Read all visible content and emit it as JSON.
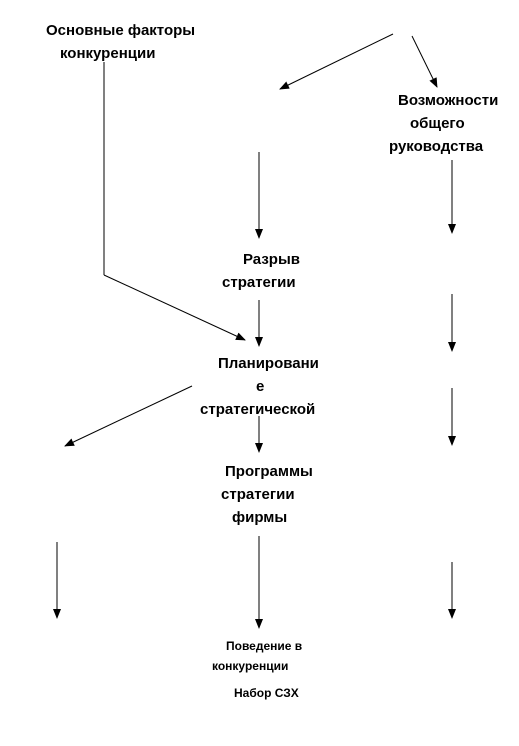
{
  "diagram": {
    "factors": {
      "line1": "Основные факторы",
      "line2": "конкуренции"
    },
    "management": {
      "line1": "Возможности",
      "line2": "общего",
      "line3": "руководства"
    },
    "gap": {
      "line1": "Разрыв",
      "line2": "стратегии"
    },
    "planning": {
      "line1": "Планировани",
      "line2": "е",
      "line3": "стратегической"
    },
    "programs": {
      "line1": "Программы",
      "line2": "стратегии",
      "line3": "фирмы"
    },
    "behavior": {
      "line1": "Поведение в",
      "line2": "конкуренции"
    },
    "set": {
      "line1": "Набор СЗХ"
    }
  }
}
